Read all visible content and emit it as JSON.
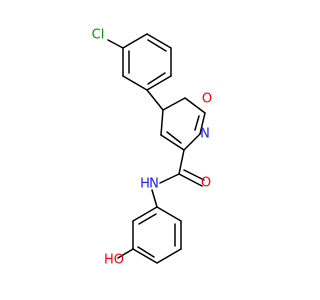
{
  "molecule": {
    "atoms": {
      "cl": {
        "text": "Cl",
        "color": "#00a000"
      },
      "o_ring": {
        "text": "O",
        "color": "#ff0000"
      },
      "n_ring": {
        "text": "N",
        "color": "#1a1aff"
      },
      "o_carbonyl": {
        "text": "O",
        "color": "#ff0000"
      },
      "n_amide": {
        "text": "N",
        "color": "#1a1aff"
      },
      "h_amide": {
        "text": "H",
        "color": "#1a1aff"
      },
      "oh": {
        "text": "HO",
        "color": "#ff0000"
      }
    }
  }
}
